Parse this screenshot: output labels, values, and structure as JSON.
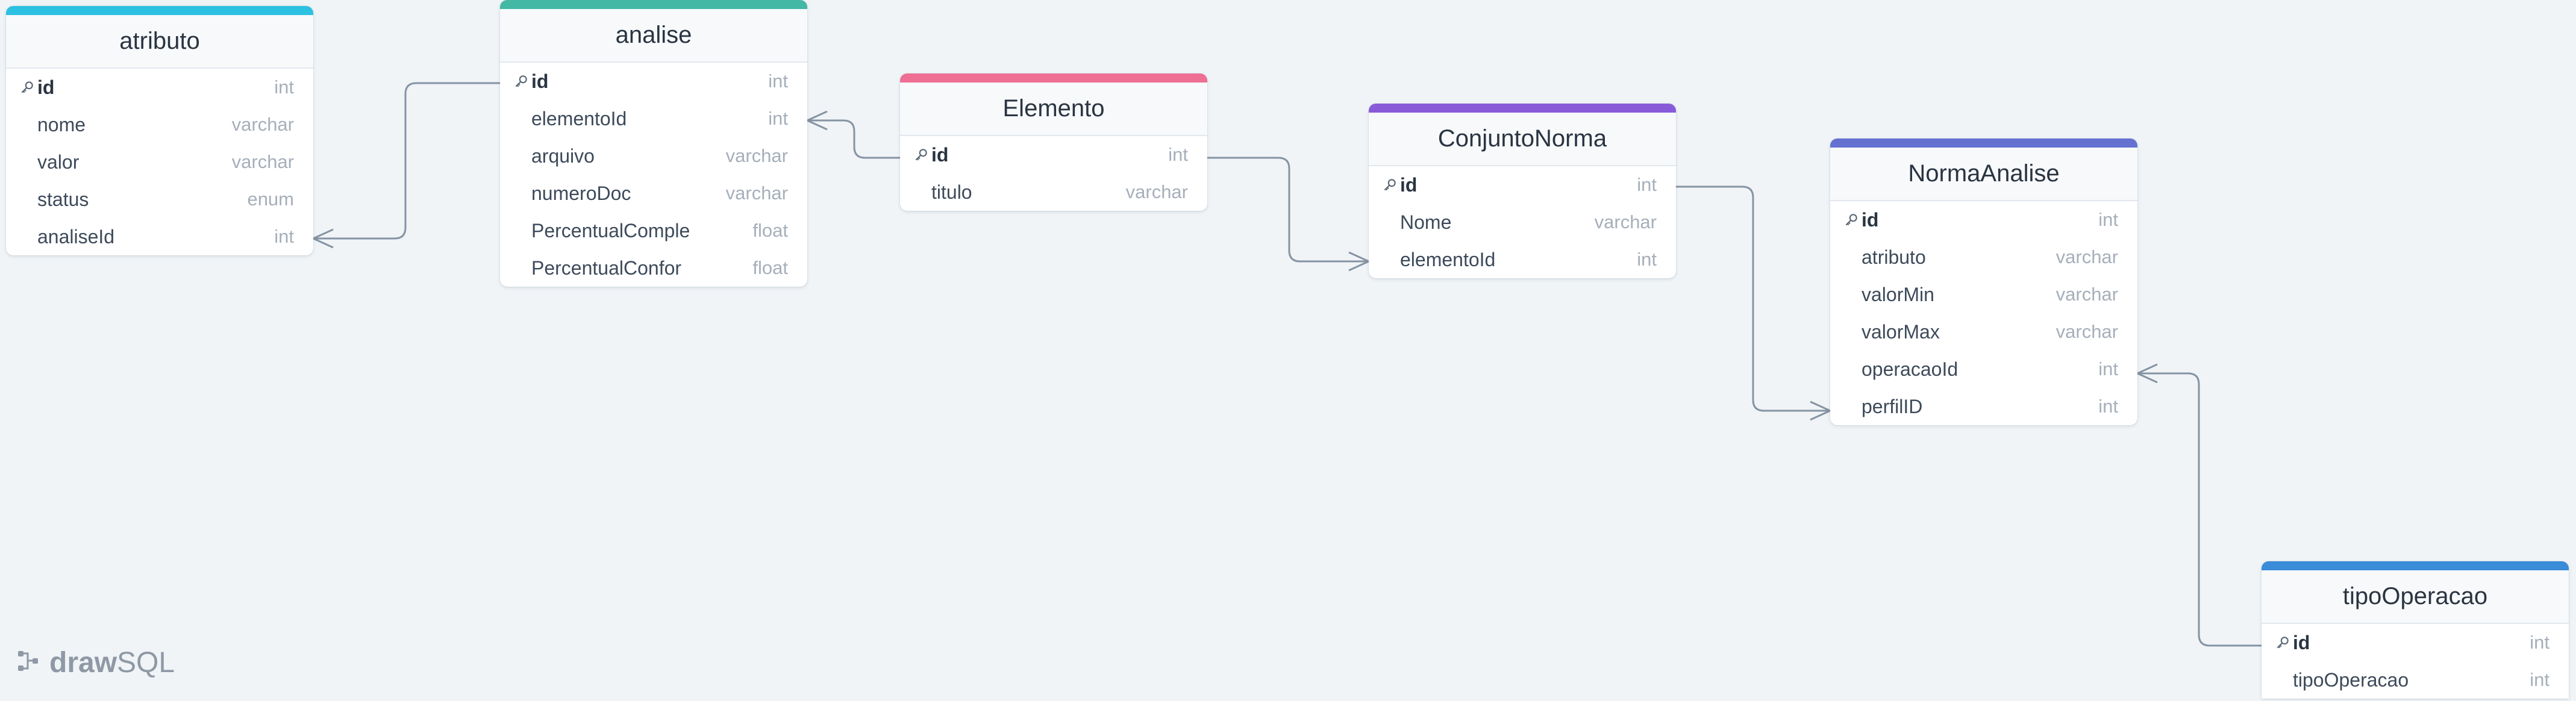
{
  "app": {
    "brand": {
      "part1": "draw",
      "part2": "SQL"
    }
  },
  "colors": {
    "background": "#f0f4f7",
    "connector": "#8593a3"
  },
  "tables": [
    {
      "id": "atributo",
      "name": "atributo",
      "color": "#2cc1e0",
      "columns": [
        {
          "name": "id",
          "type": "int",
          "pk": true
        },
        {
          "name": "nome",
          "type": "varchar",
          "pk": false
        },
        {
          "name": "valor",
          "type": "varchar",
          "pk": false
        },
        {
          "name": "status",
          "type": "enum",
          "pk": false
        },
        {
          "name": "analiseId",
          "type": "int",
          "pk": false
        }
      ]
    },
    {
      "id": "analise",
      "name": "analise",
      "color": "#43b8a5",
      "columns": [
        {
          "name": "id",
          "type": "int",
          "pk": true
        },
        {
          "name": "elementoId",
          "type": "int",
          "pk": false
        },
        {
          "name": "arquivo",
          "type": "varchar",
          "pk": false
        },
        {
          "name": "numeroDoc",
          "type": "varchar",
          "pk": false
        },
        {
          "name": "PercentualComple",
          "type": "float",
          "pk": false
        },
        {
          "name": "PercentualConfor",
          "type": "float",
          "pk": false
        }
      ]
    },
    {
      "id": "elemento",
      "name": "Elemento",
      "color": "#ee6e94",
      "columns": [
        {
          "name": "id",
          "type": "int",
          "pk": true
        },
        {
          "name": "titulo",
          "type": "varchar",
          "pk": false
        }
      ]
    },
    {
      "id": "conjuntonorma",
      "name": "ConjuntoNorma",
      "color": "#8a5bd8",
      "columns": [
        {
          "name": "id",
          "type": "int",
          "pk": true
        },
        {
          "name": "Nome",
          "type": "varchar",
          "pk": false
        },
        {
          "name": "elementoId",
          "type": "int",
          "pk": false
        }
      ]
    },
    {
      "id": "normaanalise",
      "name": "NormaAnalise",
      "color": "#6571d1",
      "columns": [
        {
          "name": "id",
          "type": "int",
          "pk": true
        },
        {
          "name": "atributo",
          "type": "varchar",
          "pk": false
        },
        {
          "name": "valorMin",
          "type": "varchar",
          "pk": false
        },
        {
          "name": "valorMax",
          "type": "varchar",
          "pk": false
        },
        {
          "name": "operacaoId",
          "type": "int",
          "pk": false
        },
        {
          "name": "perfilID",
          "type": "int",
          "pk": false
        }
      ]
    },
    {
      "id": "tipooperacao",
      "name": "tipoOperacao",
      "color": "#3a8bd8",
      "columns": [
        {
          "name": "id",
          "type": "int",
          "pk": true
        },
        {
          "name": "tipoOperacao",
          "type": "int",
          "pk": false
        }
      ]
    }
  ],
  "relations": [
    {
      "from": "atributo.analiseId",
      "to": "analise.id"
    },
    {
      "from": "analise.elementoId",
      "to": "Elemento.id"
    },
    {
      "from": "ConjuntoNorma.elementoId",
      "to": "Elemento.id"
    },
    {
      "from": "NormaAnalise.perfilID",
      "to": "ConjuntoNorma.id"
    },
    {
      "from": "NormaAnalise.operacaoId",
      "to": "tipoOperacao.id"
    }
  ]
}
